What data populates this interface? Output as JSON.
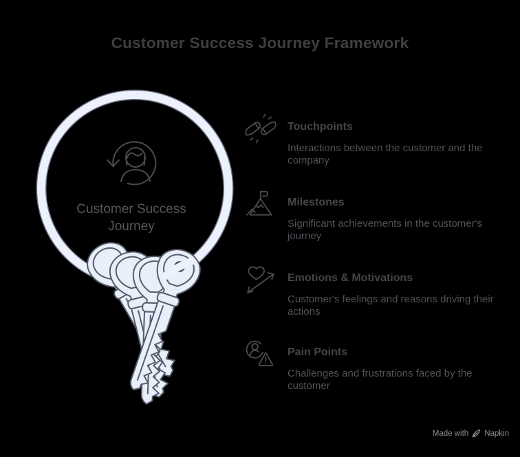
{
  "title": "Customer Success Journey Framework",
  "hub": {
    "icon": "customer-journey-person-icon",
    "label_line1": "Customer Success",
    "label_line2": "Journey",
    "illustration": "keyring-with-keys-illustration"
  },
  "items": [
    {
      "icon": "touch-hands-icon",
      "title": "Touchpoints",
      "description": "Interactions between the customer and the company"
    },
    {
      "icon": "mountain-flag-icon",
      "title": "Milestones",
      "description": "Significant achievements in the customer's journey"
    },
    {
      "icon": "heart-arrow-icon",
      "title": "Emotions & Motivations",
      "description": "Customer's feelings and reasons driving their actions"
    },
    {
      "icon": "person-warning-icon",
      "title": "Pain Points",
      "description": "Challenges and frustrations faced by the customer"
    }
  ],
  "footer": {
    "made_with": "Made with",
    "brand": "Napkin"
  },
  "colors": {
    "bg": "#000000",
    "title": "#3f3f3f",
    "ink": "#454548",
    "desc": "#515157",
    "hub-text": "#56565c",
    "icon-stroke": "#4a4a4b",
    "key-fill": "#e9eefb",
    "key-stroke": "#565d6a",
    "ring-fill": "#edf1fd",
    "ring-edge": "#6a7080",
    "footer": "#8f8f8f"
  }
}
